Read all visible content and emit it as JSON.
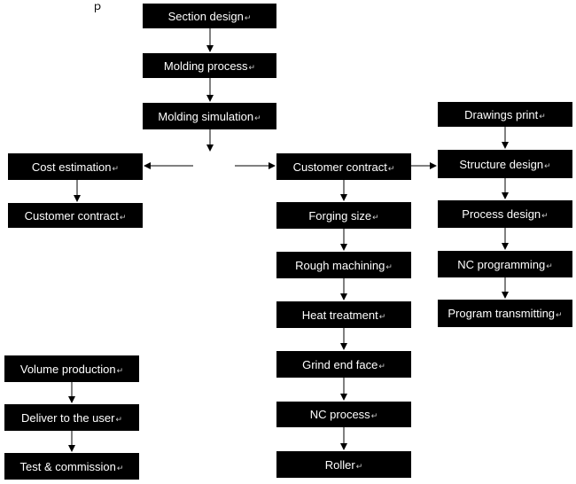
{
  "return_mark": "↵",
  "stray_mark": "ｐ",
  "boxes": {
    "section_design": "Section design",
    "molding_process": "Molding process",
    "molding_simulation": "Molding simulation",
    "cost_estimation": "Cost estimation",
    "customer_contract_left": "Customer contract",
    "customer_contract_mid": "Customer contract",
    "forging_size": "Forging size",
    "rough_machining": "Rough machining",
    "heat_treatment": "Heat treatment",
    "grind_end_face": "Grind end face",
    "nc_process": "NC process",
    "roller": "Roller",
    "drawings_print": "Drawings print",
    "structure_design": "Structure design",
    "process_design": "Process design",
    "nc_programming": "NC programming",
    "program_transmitting": "Program transmitting",
    "volume_production": "Volume production",
    "deliver_to_user": "Deliver to the user",
    "test_commission": "Test & commission"
  }
}
